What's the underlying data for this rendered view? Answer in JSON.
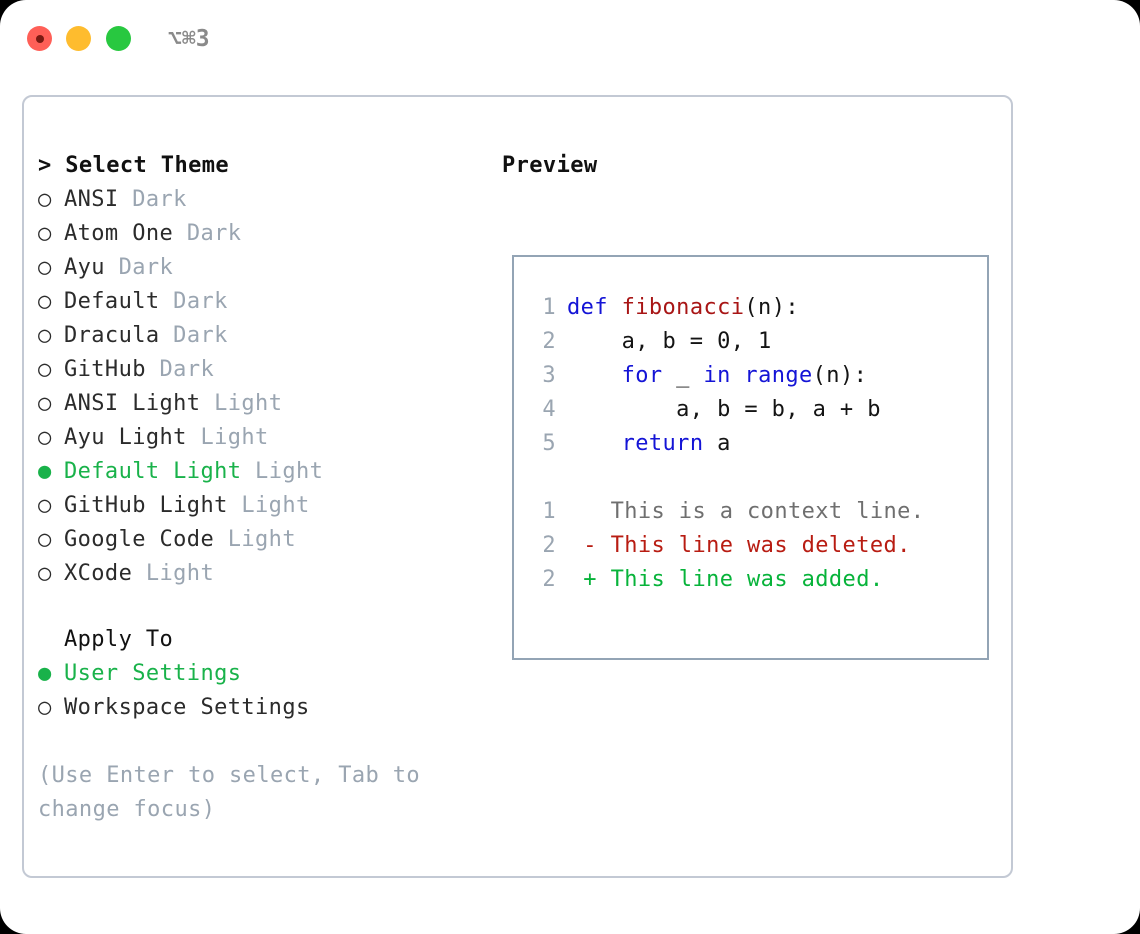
{
  "window": {
    "shortcut": "⌥⌘3",
    "traffic_lights": [
      {
        "name": "close",
        "color": "#ff5f57"
      },
      {
        "name": "minimize",
        "color": "#febc2e"
      },
      {
        "name": "maximize",
        "color": "#28c840"
      }
    ]
  },
  "theme_picker": {
    "header": "> Select Theme",
    "items": [
      {
        "bullet": "○",
        "name": "ANSI",
        "tag": "Dark",
        "selected": false
      },
      {
        "bullet": "○",
        "name": "Atom One",
        "tag": "Dark",
        "selected": false
      },
      {
        "bullet": "○",
        "name": "Ayu",
        "tag": "Dark",
        "selected": false
      },
      {
        "bullet": "○",
        "name": "Default",
        "tag": "Dark",
        "selected": false
      },
      {
        "bullet": "○",
        "name": "Dracula",
        "tag": "Dark",
        "selected": false
      },
      {
        "bullet": "○",
        "name": "GitHub",
        "tag": "Dark",
        "selected": false
      },
      {
        "bullet": "○",
        "name": "ANSI Light",
        "tag": "Light",
        "selected": false
      },
      {
        "bullet": "○",
        "name": "Ayu Light",
        "tag": "Light",
        "selected": false
      },
      {
        "bullet": "●",
        "name": "Default Light",
        "tag": "Light",
        "selected": true
      },
      {
        "bullet": "○",
        "name": "GitHub Light",
        "tag": "Light",
        "selected": false
      },
      {
        "bullet": "○",
        "name": "Google Code",
        "tag": "Light",
        "selected": false
      },
      {
        "bullet": "○",
        "name": "XCode",
        "tag": "Light",
        "selected": false
      }
    ]
  },
  "apply_to": {
    "header": "Apply To",
    "items": [
      {
        "bullet": "●",
        "name": "User Settings",
        "selected": true
      },
      {
        "bullet": "○",
        "name": "Workspace Settings",
        "selected": false
      }
    ]
  },
  "hint": "(Use Enter to select, Tab to change focus)",
  "preview": {
    "label": "Preview",
    "code_lines": [
      {
        "num": "1",
        "tokens": [
          {
            "t": "def ",
            "c": "kw"
          },
          {
            "t": "fibonacci",
            "c": "fn"
          },
          {
            "t": "(n):",
            "c": "plain"
          }
        ]
      },
      {
        "num": "2",
        "tokens": [
          {
            "t": "    a, b = 0, 1",
            "c": "plain"
          }
        ]
      },
      {
        "num": "3",
        "tokens": [
          {
            "t": "    ",
            "c": "plain"
          },
          {
            "t": "for",
            "c": "kw"
          },
          {
            "t": " _ ",
            "c": "plain"
          },
          {
            "t": "in",
            "c": "kw"
          },
          {
            "t": " ",
            "c": "plain"
          },
          {
            "t": "range",
            "c": "kw"
          },
          {
            "t": "(n):",
            "c": "plain"
          }
        ]
      },
      {
        "num": "4",
        "tokens": [
          {
            "t": "        a, b = b, a + b",
            "c": "plain"
          }
        ]
      },
      {
        "num": "5",
        "tokens": [
          {
            "t": "    ",
            "c": "plain"
          },
          {
            "t": "return",
            "c": "kw"
          },
          {
            "t": " a",
            "c": "plain"
          }
        ]
      }
    ],
    "diff_lines": [
      {
        "num": "1",
        "marker": " ",
        "text": "This is a context line.",
        "kind": "ctx"
      },
      {
        "num": "2",
        "marker": "-",
        "text": "This line was deleted.",
        "kind": "del"
      },
      {
        "num": "2",
        "marker": "+",
        "text": "This line was added.",
        "kind": "add"
      }
    ]
  },
  "colors": {
    "accent_green": "#19b24a",
    "muted": "#9aa5b1",
    "keyword_blue": "#1414d6",
    "function_red": "#a81515",
    "diff_delete": "#b81c12",
    "diff_add": "#07b33a",
    "panel_border": "#c3c9d4",
    "preview_border": "#93a4b5"
  }
}
